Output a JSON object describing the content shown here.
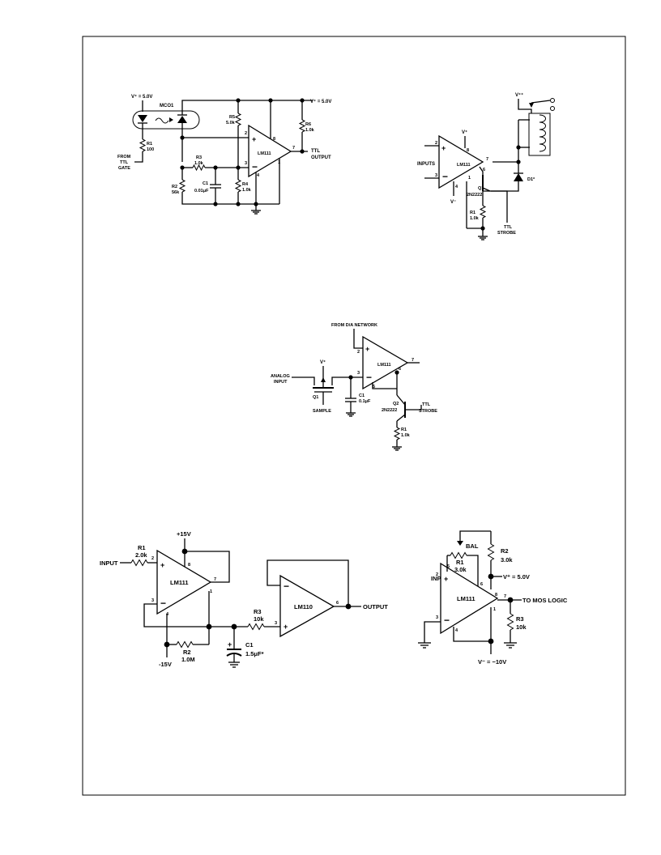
{
  "circuit1": {
    "vplus_label": "V⁺ = 5.0V",
    "vplus_out_label": "V⁺ = 5.0V",
    "mco1": "MCO1",
    "r1_name": "R1",
    "r1_value": "100",
    "from_ttl_1": "FROM",
    "from_ttl_2": "TTL",
    "from_ttl_3": "GATE",
    "r5_name": "R5",
    "r5_value": "5.0k",
    "r6_name": "R6",
    "r6_value": "1.0k",
    "r3_name": "R3",
    "r3_value": "1.0k",
    "r2_name": "R2",
    "r2_value": "56k",
    "c1_name": "C1",
    "c1_value": "0.01μF",
    "r4_name": "R4",
    "r4_value": "1.0k",
    "amp": "LM111",
    "pin2": "2",
    "pin3": "3",
    "pin4": "4",
    "pin8": "8",
    "pin7": "7",
    "pin1": "1",
    "ttl_output_1": "TTL",
    "ttl_output_2": "OUTPUT"
  },
  "circuit2": {
    "vplusplus_label": "V⁺⁺",
    "vplus_label": "V⁺",
    "vminus_label": "V⁻",
    "inputs_label": "INPUTS",
    "amp": "LM111",
    "pin2": "2",
    "pin3": "3",
    "pin4": "4",
    "pin8": "8",
    "pin7": "7",
    "pin6": "6",
    "pin1": "1",
    "q1_name": "Q1",
    "q1_type": "2N2222",
    "r1_name": "R1",
    "r1_value": "1.0k",
    "d1_label": "D1*",
    "ttl_strobe_1": "TTL",
    "ttl_strobe_2": "STROBE"
  },
  "circuit3": {
    "from_da": "FROM D/A NETWORK",
    "analog_input_1": "ANALOG",
    "analog_input_2": "INPUT",
    "vplus_label": "V⁺",
    "q1_name": "Q1",
    "sample_label": "SAMPLE",
    "c1_name": "C1",
    "c1_value": "0.1μF",
    "amp": "LM111",
    "pin2": "2",
    "pin3": "3",
    "pin5": "5",
    "pin6": "6",
    "pin7": "7",
    "q2_name": "Q2",
    "q2_type": "2N2222",
    "r1_name": "R1",
    "r1_value": "1.0k",
    "ttl_strobe_1": "TTL",
    "ttl_strobe_2": "STROBE"
  },
  "circuit4": {
    "input_label": "INPUT",
    "r1_name": "R1",
    "r1_value": "2.0k",
    "plus15": "+15V",
    "minus15": "-15V",
    "amp1": "LM111",
    "amp2": "LM110",
    "pin2": "2",
    "pin3": "3",
    "pin4": "4",
    "pin8": "8",
    "pin7": "7",
    "pin1": "1",
    "r2_name": "R2",
    "r2_value": "1.0M",
    "r3_name": "R3",
    "r3_value": "10k",
    "c1_name": "C1",
    "c1_value": "1.5μF*",
    "amp2_pin3": "3",
    "amp2_pin6": "6",
    "output_label": "OUTPUT"
  },
  "circuit5": {
    "bal_label": "BAL",
    "r1_name": "R1",
    "r1_value": "3.0k",
    "r2_name": "R2",
    "r2_value": "3.0k",
    "r3_name": "R3",
    "r3_value": "10k",
    "input_label": "INPUT",
    "amp": "LM111",
    "pin2": "2",
    "pin3": "3",
    "pin4": "4",
    "pin5": "5",
    "pin6": "6",
    "pin8": "8",
    "pin7": "7",
    "pin1": "1",
    "vplus_label": "V⁺ = 5.0V",
    "vminus_label": "V⁻ = −10V",
    "to_mos": "TO MOS LOGIC"
  }
}
